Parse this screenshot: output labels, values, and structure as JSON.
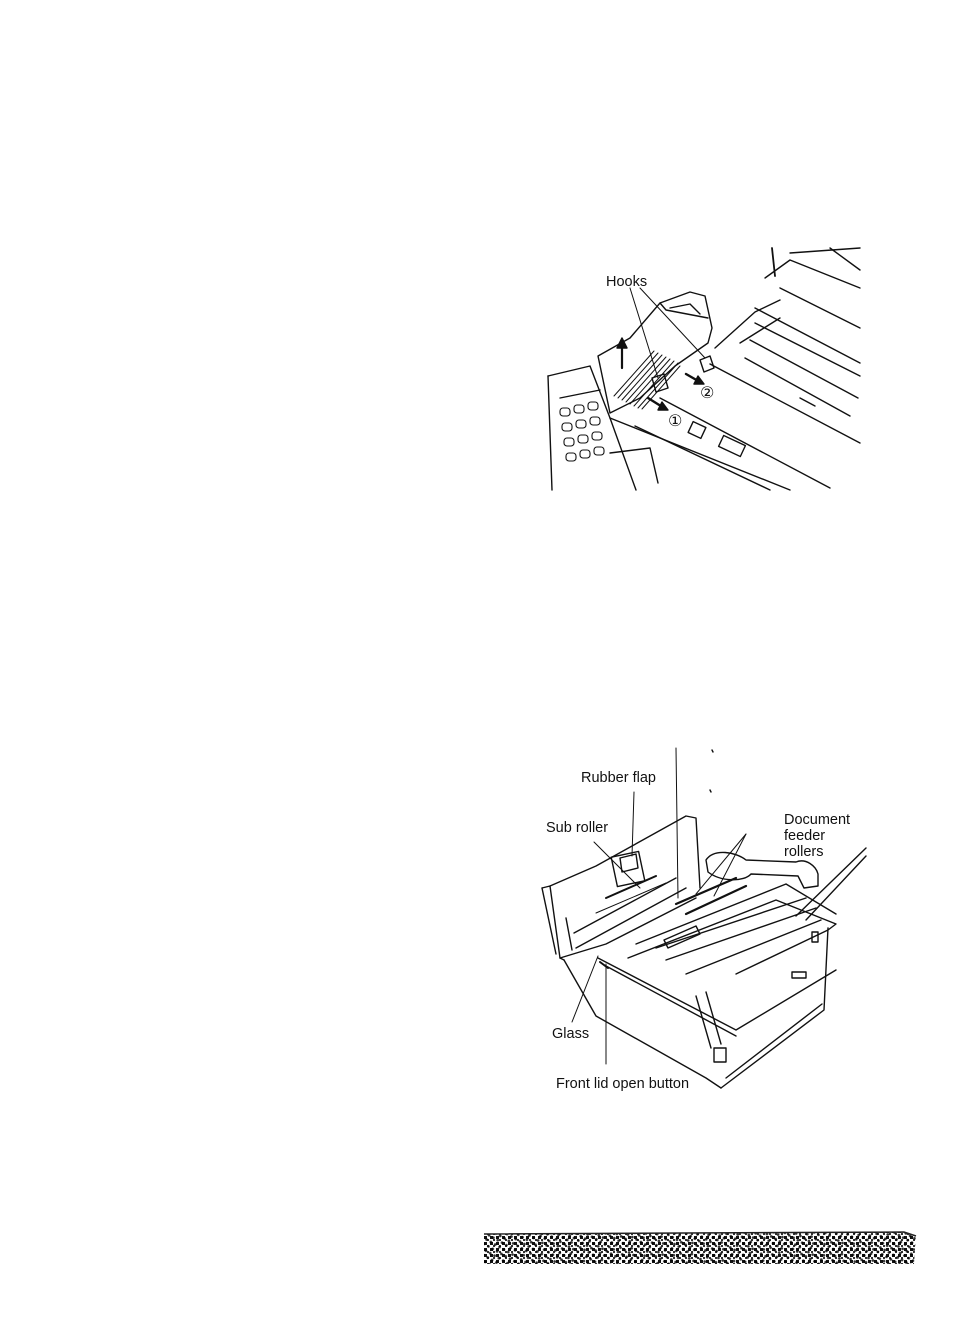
{
  "figure_top": {
    "labels": {
      "hooks": "Hooks",
      "step_one": "①",
      "step_two": "②"
    }
  },
  "figure_bottom": {
    "labels": {
      "rubber_flap": "Rubber flap",
      "sub_roller": "Sub roller",
      "document_line1": "Document",
      "document_line2": "feeder rollers",
      "glass": "Glass",
      "front_lid": "Front lid open button"
    }
  }
}
